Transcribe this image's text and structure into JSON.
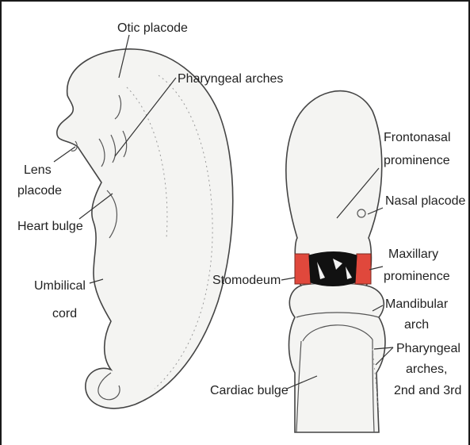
{
  "figure": {
    "left_view": {
      "labels": {
        "otic_placode": "Otic placode",
        "pharyngeal_arches": "Pharyngeal arches",
        "lens_line1": "Lens",
        "lens_line2": "placode",
        "heart_bulge": "Heart bulge",
        "umbilical_line1": "Umbilical",
        "umbilical_line2": "cord"
      }
    },
    "right_view": {
      "labels": {
        "frontonasal_line1": "Frontonasal",
        "frontonasal_line2": "prominence",
        "nasal_placode": "Nasal placode",
        "maxillary_line1": "Maxillary",
        "maxillary_line2": "prominence",
        "stomodeum": "Stomodeum",
        "mandibular_line1": "Mandibular",
        "mandibular_line2": "arch",
        "pharyngeal_line1": "Pharyngeal",
        "pharyngeal_line2": "arches,",
        "pharyngeal_line3": "2nd and 3rd",
        "cardiac_bulge": "Cardiac bulge"
      },
      "highlight_color": "#e0483c"
    }
  }
}
